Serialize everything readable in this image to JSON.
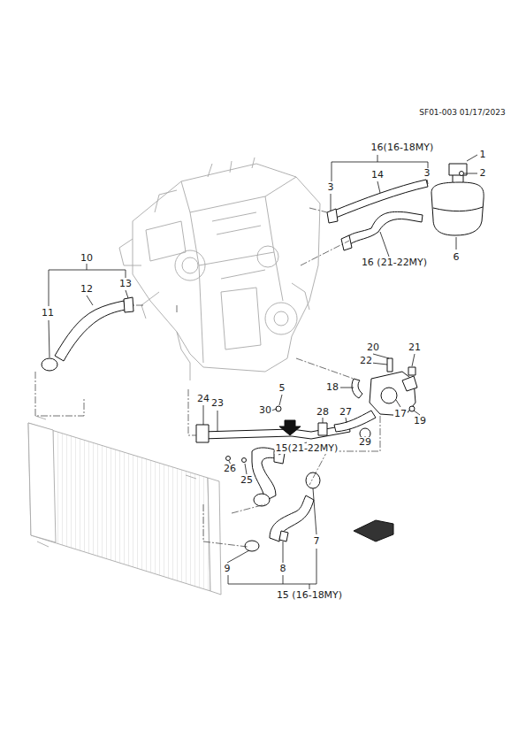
{
  "diagram": {
    "labels": [
      "SF01-003 01/17/2023",
      "16(16-18MY)",
      "14",
      "1",
      "2",
      "3",
      "3",
      "6",
      "16 (21-22MY)",
      "10",
      "12",
      "13",
      "11",
      "20",
      "21",
      "22",
      "5",
      "18",
      "24",
      "23",
      "30",
      "28",
      "27",
      "17",
      "19",
      "29",
      "15(21-22MY)",
      "26",
      "25",
      "7",
      "9",
      "8",
      "15 (16-18MY)"
    ]
  }
}
